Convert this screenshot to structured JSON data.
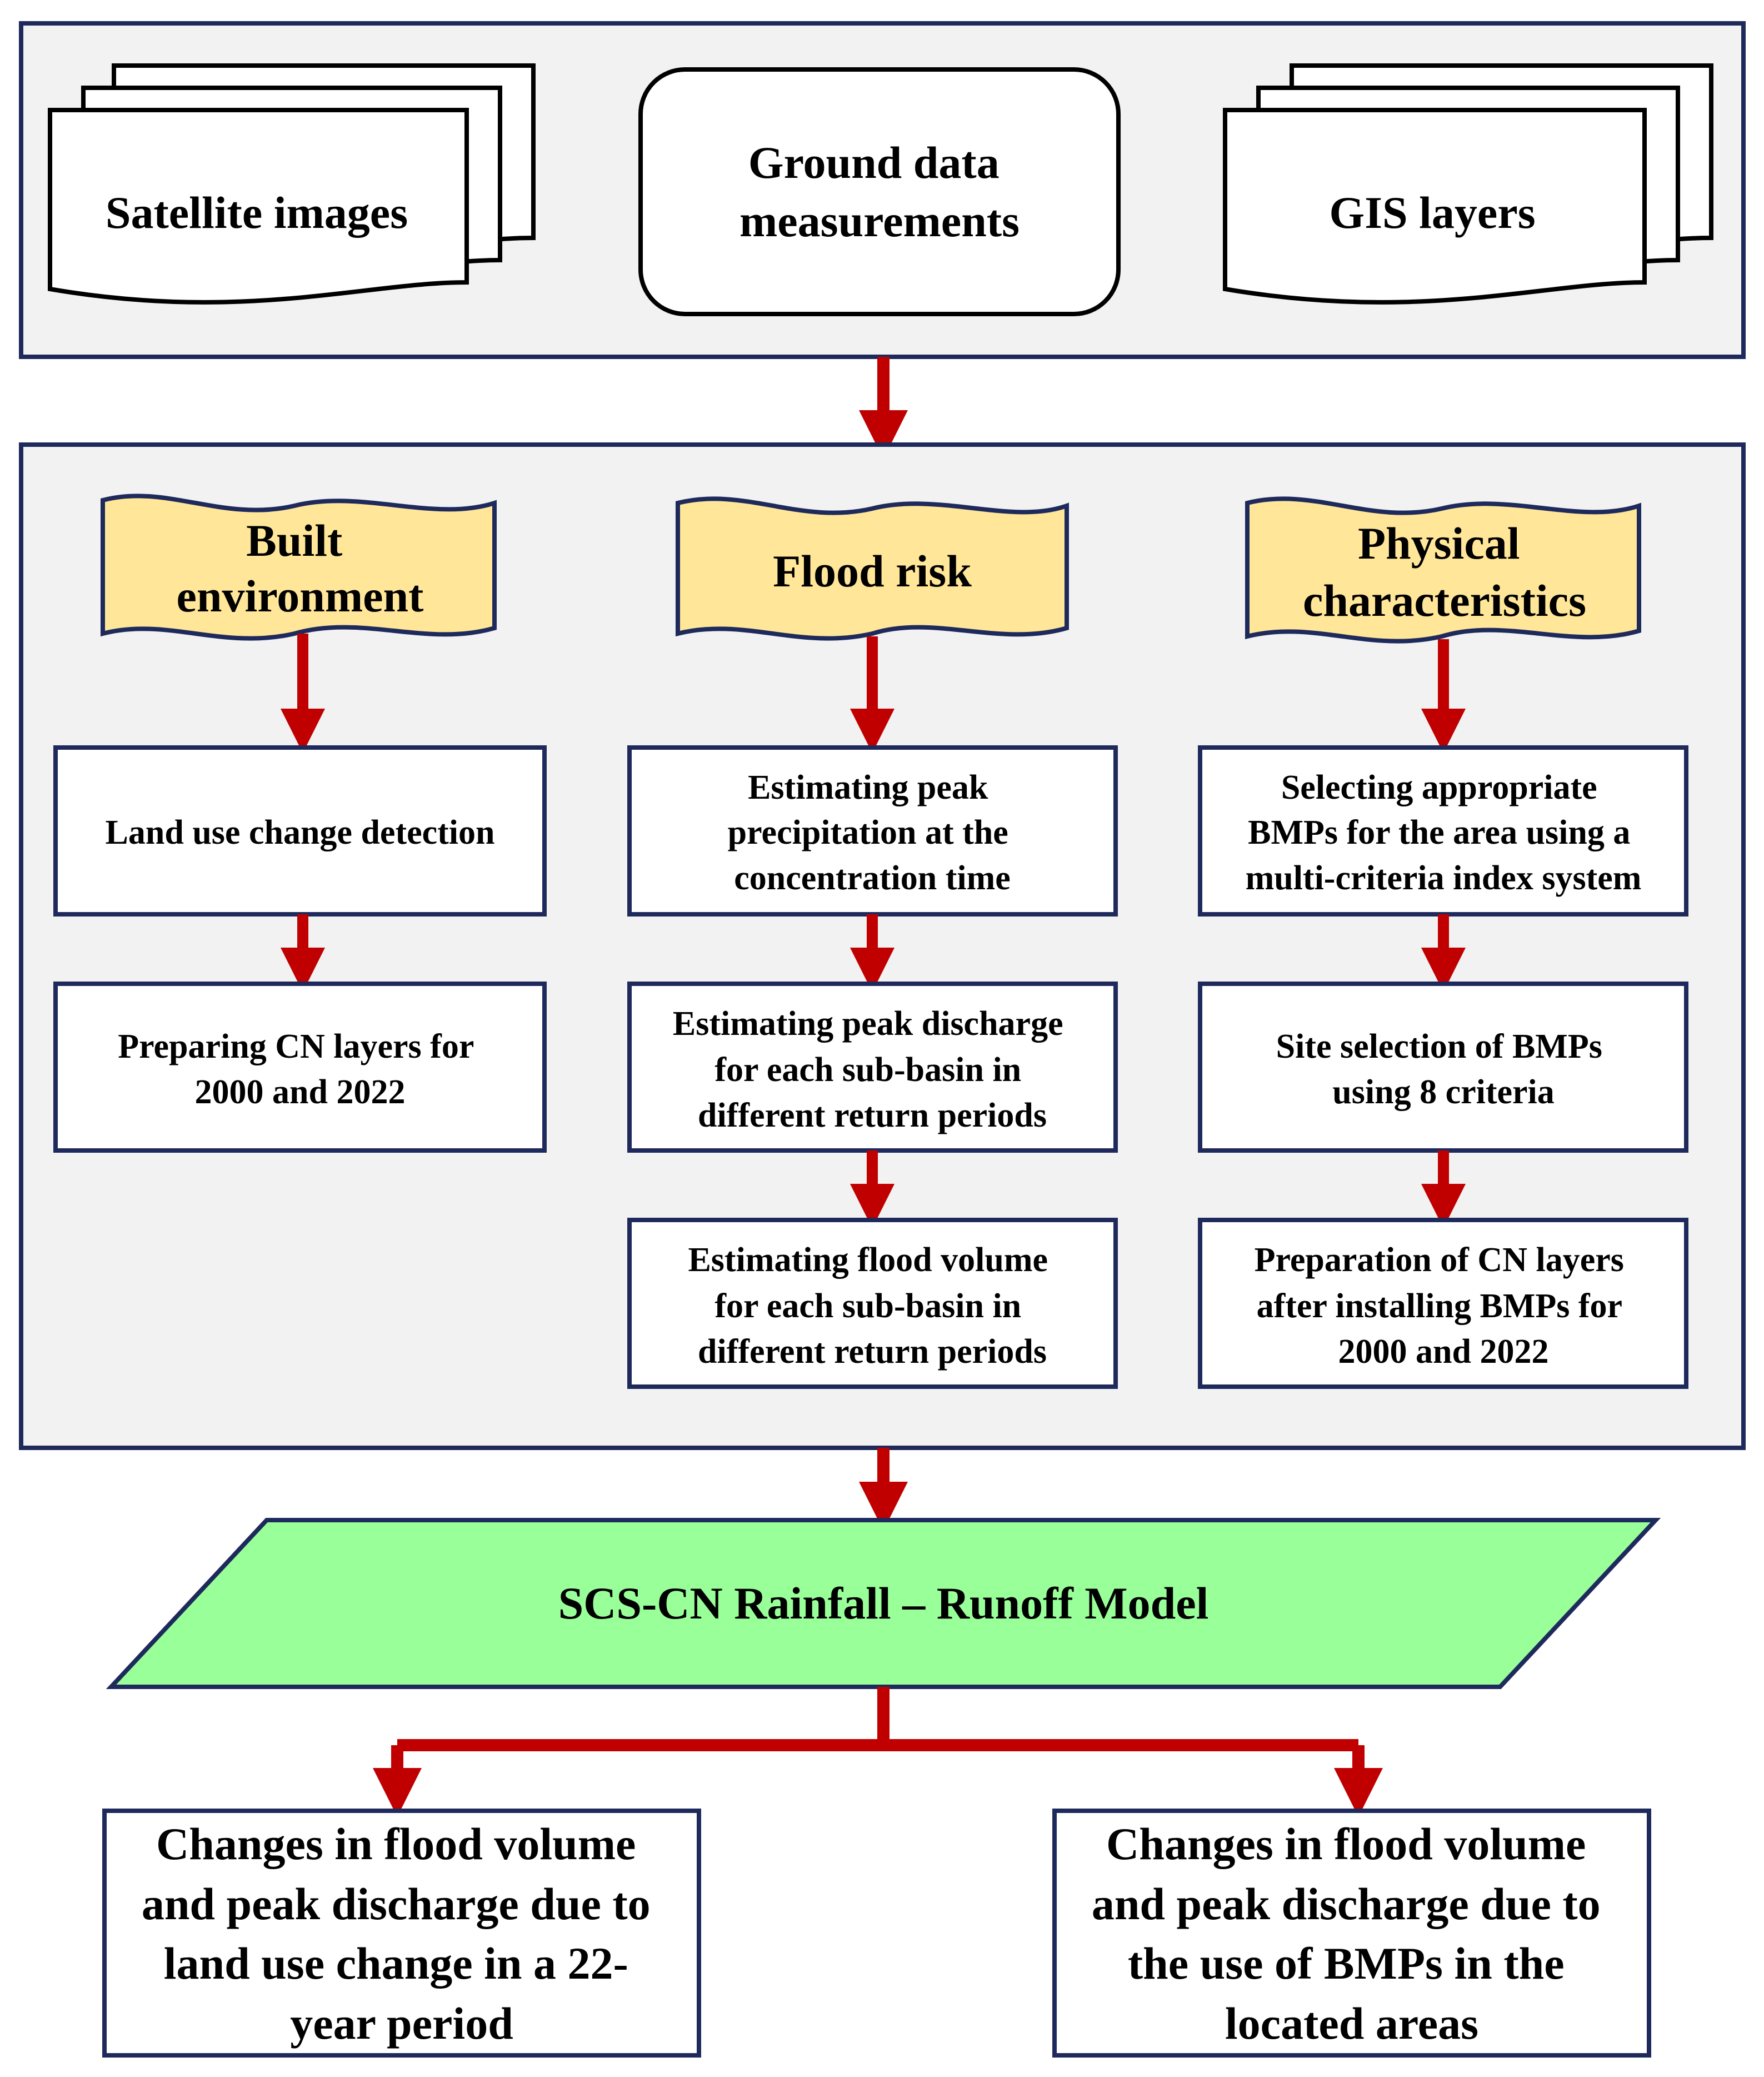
{
  "colors": {
    "panel_fill": "#f2f2f2",
    "panel_border": "#1f2a5c",
    "arrow": "#c00000",
    "banner_fill": "#ffe699",
    "model_fill": "#99ff99",
    "box_fill": "#ffffff"
  },
  "inputs": {
    "satellite": "Satellite images",
    "ground": [
      "Ground data",
      "measurements"
    ],
    "gis": "GIS layers"
  },
  "categories": {
    "built": [
      "Built",
      "environment"
    ],
    "flood": [
      "Flood risk"
    ],
    "physical": [
      "Physical",
      "characteristics"
    ]
  },
  "steps": {
    "built_1": [
      "Land use change detection"
    ],
    "built_2": [
      "Preparing CN layers for",
      "2000 and 2022"
    ],
    "flood_1": [
      "Estimating peak",
      "precipitation at the",
      "concentration time"
    ],
    "flood_2": [
      "Estimating peak discharge",
      "for each sub-basin in",
      "different return periods"
    ],
    "flood_3": [
      "Estimating flood volume",
      "for each sub-basin in",
      "different return periods"
    ],
    "phys_1": [
      "Selecting appropriate",
      "BMPs for the area using a",
      "multi-criteria index system"
    ],
    "phys_2": [
      "Site selection of BMPs",
      "using 8 criteria"
    ],
    "phys_3": [
      "Preparation of CN layers",
      "after installing BMPs for",
      "2000 and 2022"
    ]
  },
  "model": "SCS-CN Rainfall – Runoff Model",
  "outputs": {
    "left": [
      "Changes in flood volume",
      "and peak discharge due to",
      "land use change in a 22-",
      "year period"
    ],
    "right": [
      "Changes in flood volume",
      "and peak discharge due to",
      "the use of BMPs in the",
      "located areas"
    ]
  }
}
